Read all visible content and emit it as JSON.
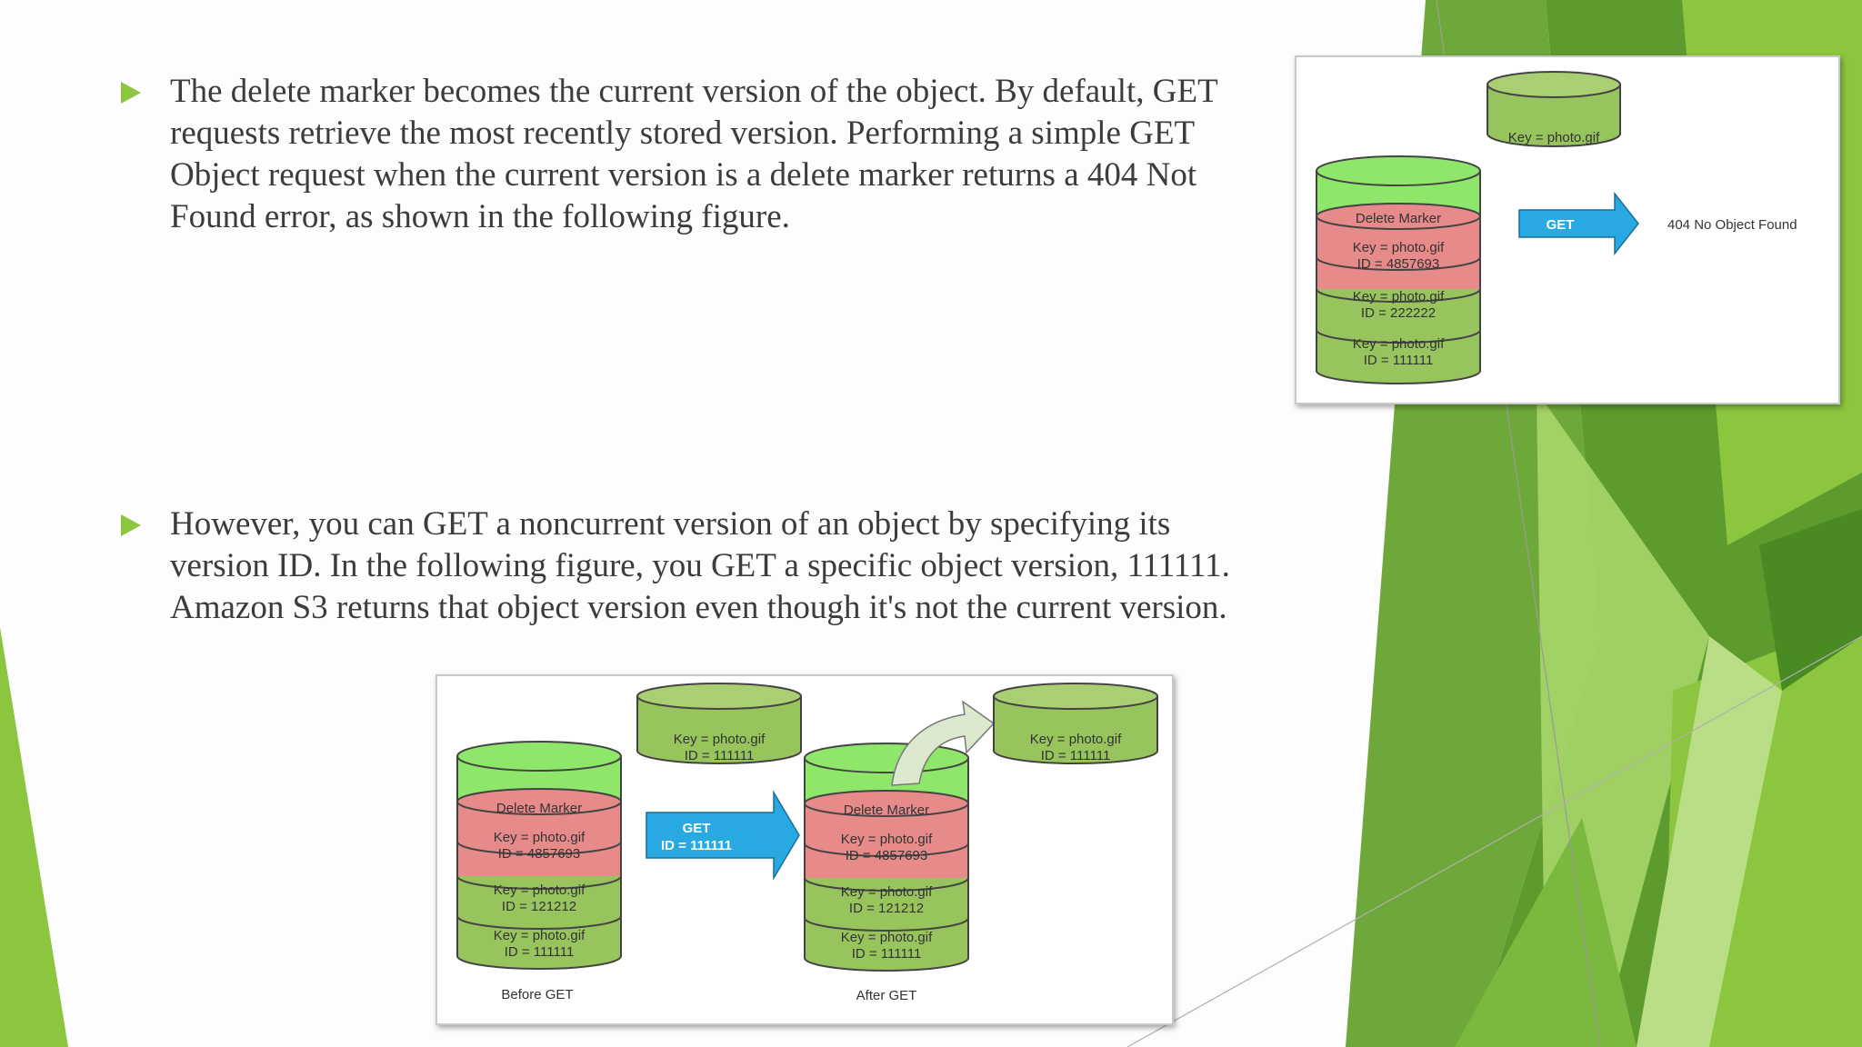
{
  "slide": {
    "bullets": [
      {
        "lines": [
          "The delete marker becomes the current version of the object. By default, GET",
          "requests retrieve the most recently stored version. Performing a simple GET",
          "Object request when the current version is a delete marker returns a 404 Not",
          "Found error, as shown in the following figure."
        ]
      },
      {
        "lines": [
          "However, you can GET a noncurrent version of an object by specifying its",
          "version ID. In the following figure, you GET a specific object version, 111111.",
          "Amazon S3 returns that object version even though it's not the current version."
        ]
      }
    ]
  },
  "figure1": {
    "top_object": "Key = photo.gif",
    "delete_marker": "Delete Marker",
    "versions": [
      {
        "key": "Key = photo.gif",
        "id": "ID = 4857693"
      },
      {
        "key": "Key = photo.gif",
        "id": "ID = 222222"
      },
      {
        "key": "Key = photo.gif",
        "id": "ID = 111111"
      }
    ],
    "arrow_label": "GET",
    "result": "404 No Object Found"
  },
  "figure2": {
    "retrieved_object": {
      "key": "Key = photo.gif",
      "id": "ID = 111111"
    },
    "delete_marker": "Delete Marker",
    "versions": [
      {
        "key": "Key = photo.gif",
        "id": "ID = 4857693"
      },
      {
        "key": "Key = photo.gif",
        "id": "ID = 121212"
      },
      {
        "key": "Key = photo.gif",
        "id": "ID = 111111"
      }
    ],
    "arrow_label": "GET",
    "arrow_id": "ID = 111111",
    "before_caption": "Before GET",
    "after_caption": "After GET",
    "result_object": {
      "key": "Key = photo.gif",
      "id": "ID = 111111"
    }
  },
  "colors": {
    "accent_green": "#8cc63f",
    "dark_green": "#4c8f26",
    "cylinder_green": "#97c45d",
    "cylinder_top": "#8ee66a",
    "delete_pink": "#e68a8a",
    "arrow_blue": "#29a9e1"
  }
}
